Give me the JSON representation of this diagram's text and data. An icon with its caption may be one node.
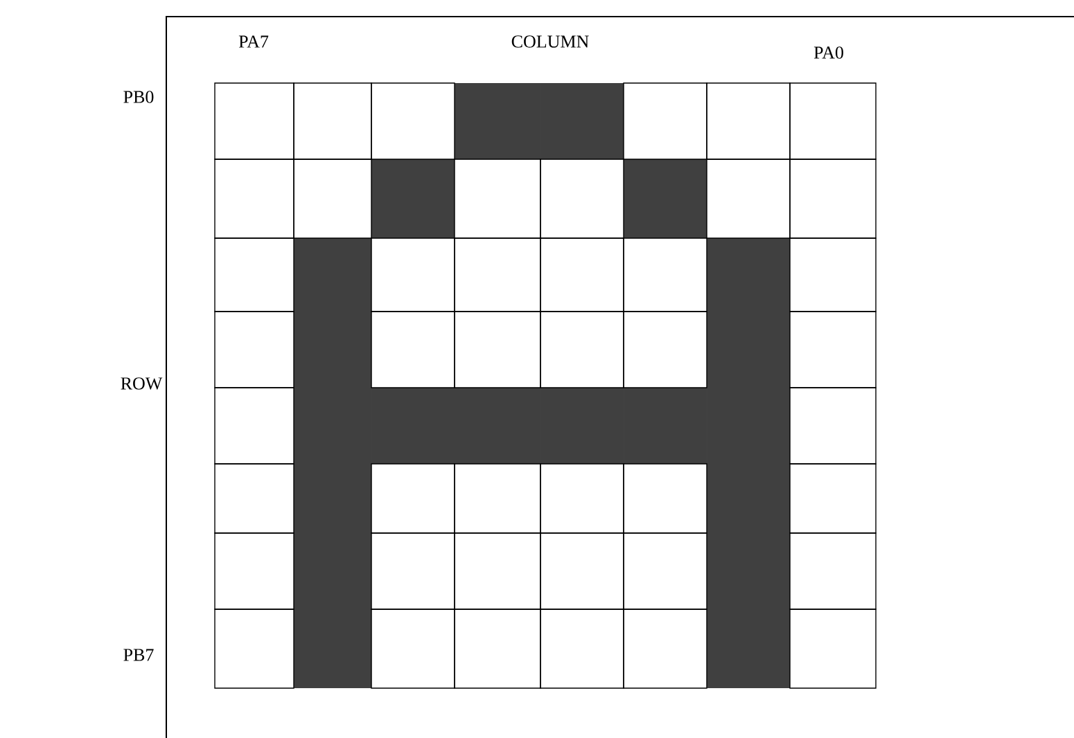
{
  "diagram": {
    "labels": [
      "PA7",
      "COLUMN",
      "PA0",
      "PB0",
      "ROW",
      "PB7"
    ]
  }
}
